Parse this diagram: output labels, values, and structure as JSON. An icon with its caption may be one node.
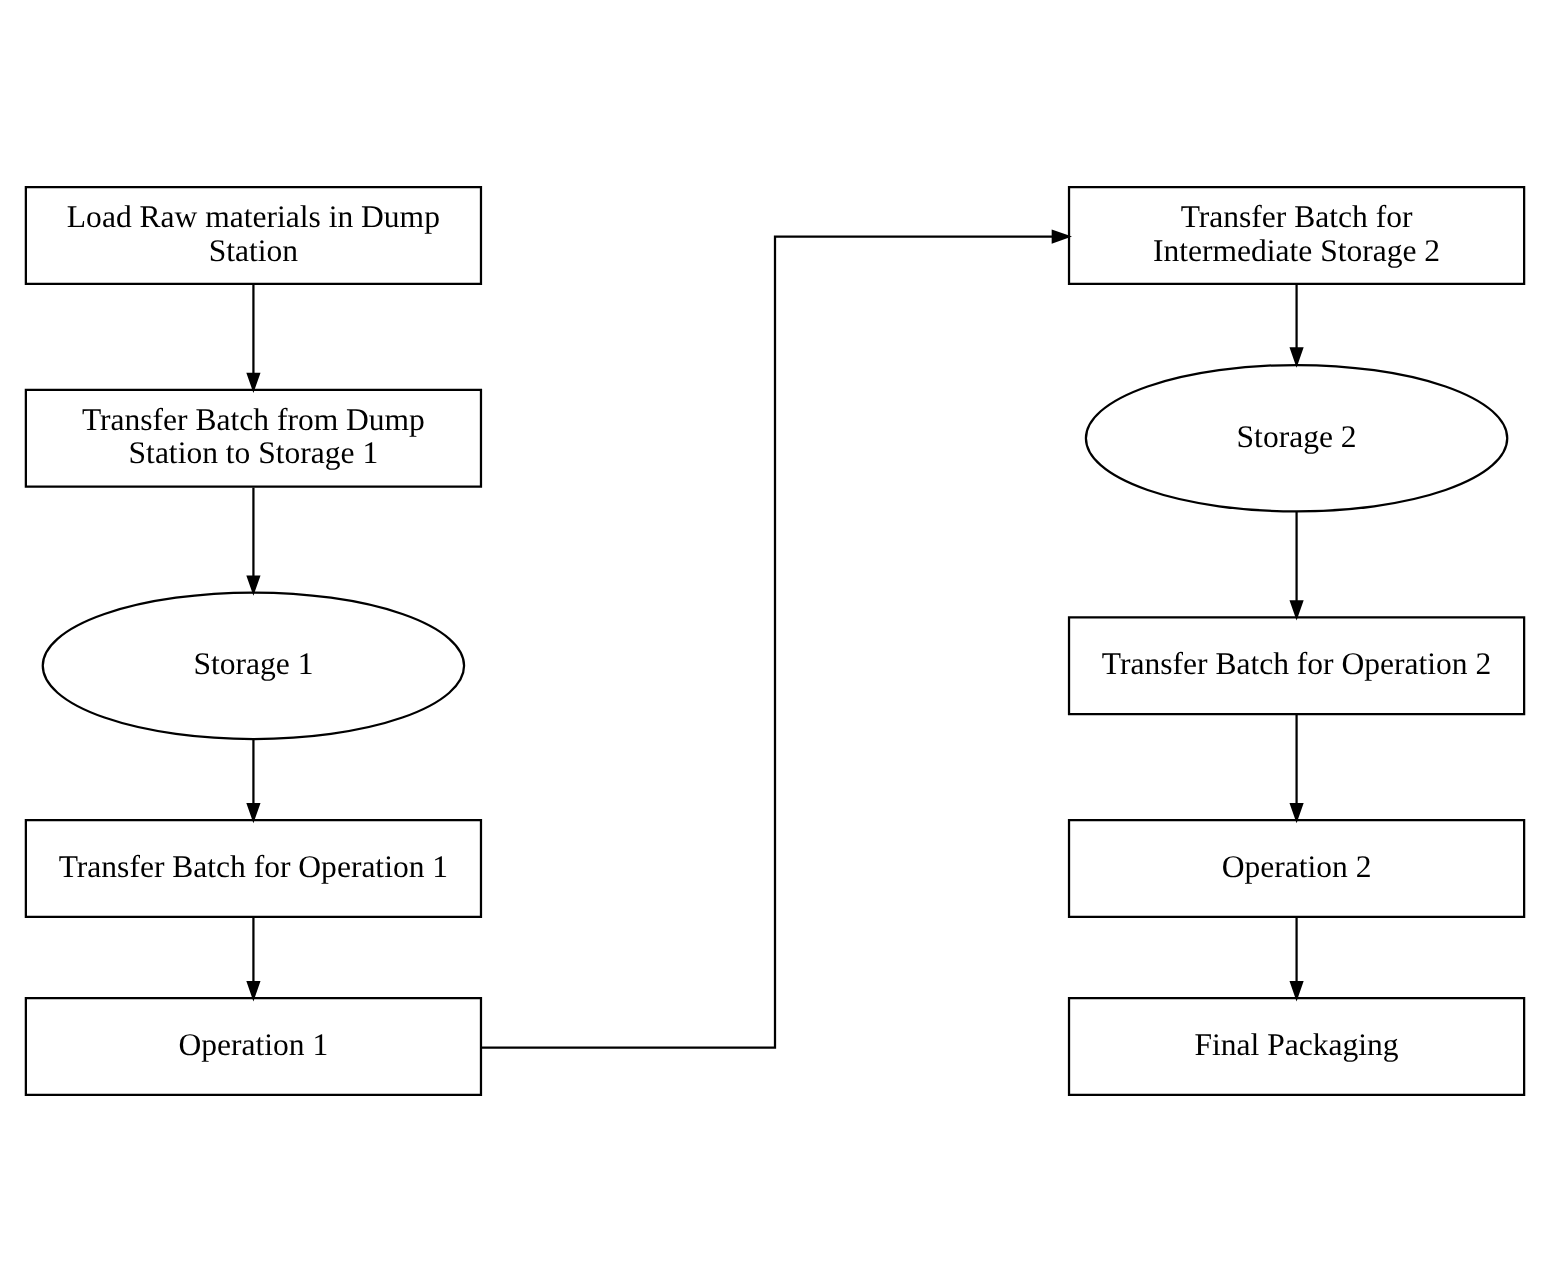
{
  "diagram": {
    "nodes": [
      {
        "text": [
          "Load Raw materials in Dump Station"
        ]
      },
      {
        "text": [
          "Transfer Batch from Dump Station to Storage 1"
        ]
      },
      {
        "text": [
          "Storage 1"
        ]
      },
      {
        "text": [
          "Transfer Batch for Operation 1"
        ]
      },
      {
        "text": [
          "Operation 1"
        ]
      },
      {
        "text": [
          "Transfer Batch for Intermediate Storage 2"
        ]
      },
      {
        "text": [
          "Storage 2"
        ]
      },
      {
        "text": [
          "Transfer Batch for Operation 2"
        ]
      },
      {
        "text": [
          "Operation 2"
        ]
      },
      {
        "text": [
          "Final Packaging"
        ]
      }
    ],
    "edges": [
      {
        "from": 0,
        "to": 1,
        "arrow": "to"
      },
      {
        "from": 1,
        "to": 2,
        "arrow": "to"
      },
      {
        "from": 2,
        "to": 3,
        "arrow": "to"
      },
      {
        "from": 3,
        "to": 4,
        "arrow": "to"
      },
      {
        "from": 4,
        "to": 5,
        "arrow": "to"
      },
      {
        "from": 5,
        "to": 6,
        "arrow": "to"
      },
      {
        "from": 6,
        "to": 7,
        "arrow": "to"
      },
      {
        "from": 7,
        "to": 8,
        "arrow": "to"
      },
      {
        "from": 8,
        "to": 9,
        "arrow": "to"
      }
    ]
  }
}
